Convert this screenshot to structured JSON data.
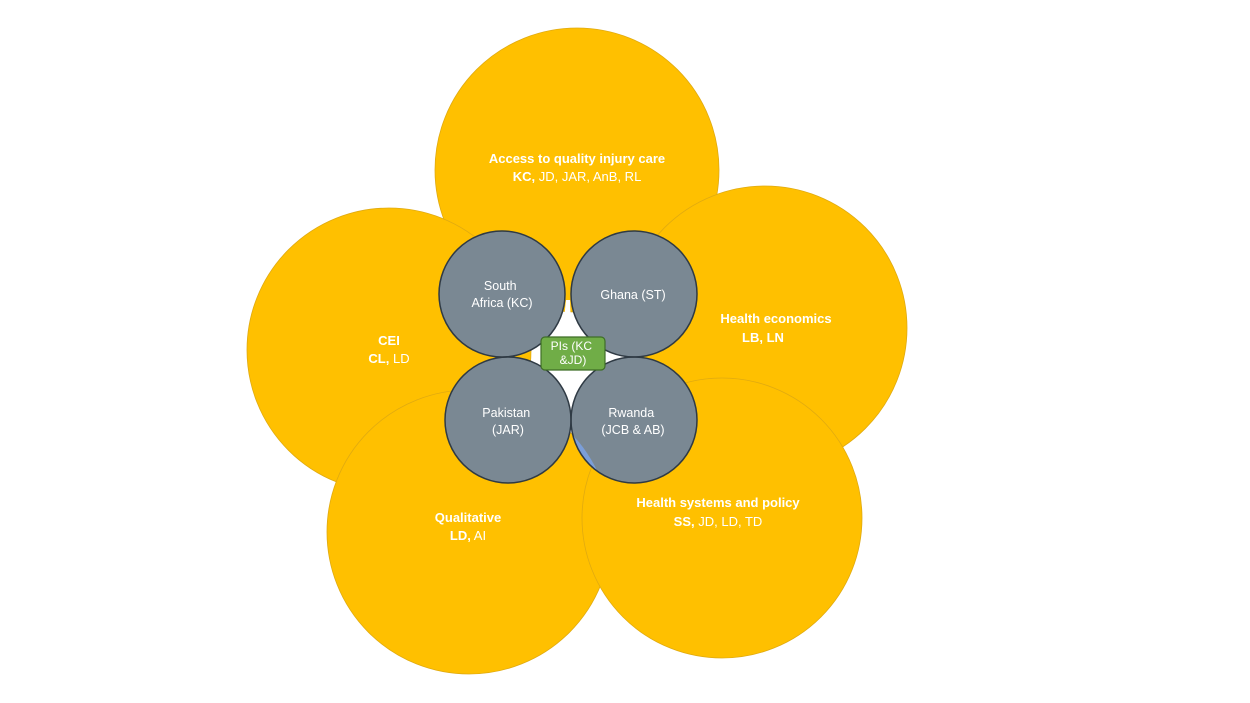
{
  "colors": {
    "theme_fill": "#FFC000",
    "theme_stroke": "#E0AA10",
    "country_fill": "#7A8893",
    "country_stroke": "#2F3A44",
    "overlap_fill": "#7B9ED8",
    "pi_fill": "#70AD47",
    "pi_stroke": "#3F6E27",
    "text": "#FFFFFF"
  },
  "themes": [
    {
      "id": "access",
      "title": "Access to quality injury care",
      "lead": "KC,",
      "members": " JD, JAR, AnB, RL"
    },
    {
      "id": "cei",
      "title": "CEI",
      "lead": "CL,",
      "members": " LD"
    },
    {
      "id": "health-economics",
      "title": "Health economics",
      "lead": "LB, LN",
      "members": ""
    },
    {
      "id": "qualitative",
      "title": "Qualitative",
      "lead": "LD,",
      "members": " AI"
    },
    {
      "id": "health-systems",
      "title": "Health systems and policy",
      "lead": "SS,",
      "members": " JD, LD, TD"
    }
  ],
  "countries": [
    {
      "id": "south-africa",
      "lines": [
        "South",
        "Africa (KC)"
      ]
    },
    {
      "id": "ghana",
      "lines": [
        "Ghana (ST)"
      ]
    },
    {
      "id": "pakistan",
      "lines": [
        "Pakistan",
        "(JAR)"
      ]
    },
    {
      "id": "rwanda",
      "lines": [
        "Rwanda",
        "(JCB & AB)"
      ]
    }
  ],
  "pis": {
    "lines": [
      "PIs (KC",
      "&JD)"
    ]
  }
}
